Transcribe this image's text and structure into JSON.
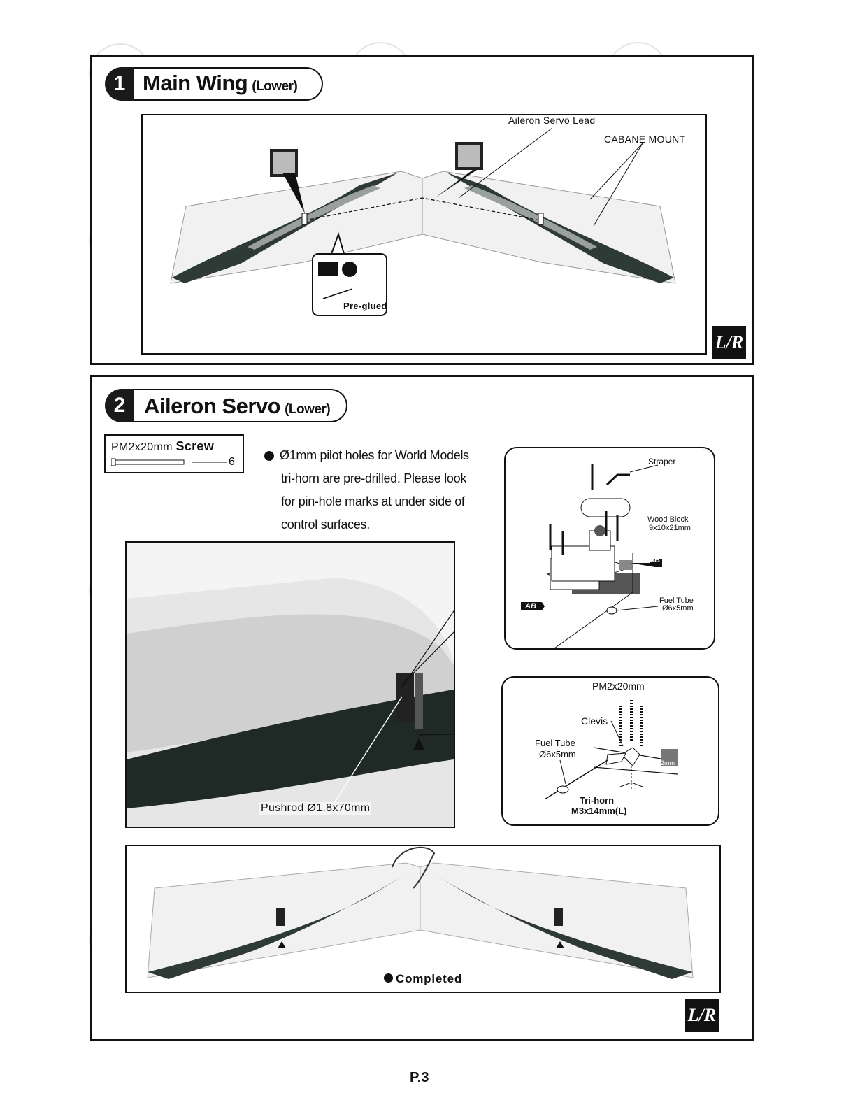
{
  "section1": {
    "step_number": "1",
    "title": "Main Wing",
    "subtitle": "(Lower)",
    "labels": {
      "aileron_servo_lead": "Aileron Servo Lead",
      "cabane_mount": "CABANE MOUNT",
      "pre_glued": "Pre-glued"
    },
    "badge": "L/R"
  },
  "section2": {
    "step_number": "2",
    "title": "Aileron Servo",
    "subtitle": "(Lower)",
    "screw_spec": "PM2x20mm",
    "screw_word": "Screw",
    "screw_qty": "6",
    "note_lines": [
      "Ø1mm pilot holes for  World Models",
      "tri-horn are pre-drilled.  Please look",
      "for pin-hole marks at  under side of",
      "control surfaces."
    ],
    "labels": {
      "straper": "Straper",
      "wood_block": "Wood Block",
      "wood_block_size": "9x10x21mm",
      "fuel_tube_top": "Fuel Tube",
      "fuel_tube_top_size": "Ø6x5mm",
      "pm2x20": "PM2x20mm",
      "clevis": "Clevis",
      "fuel_tube": "Fuel  Tube",
      "fuel_tube_size": "Ø6x5mm",
      "tri_horn": "Tri-horn",
      "tri_horn_size": "M3x14mm(L)",
      "two_mm": "2mm",
      "pushrod": "Pushrod Ø1.8x70mm",
      "completed": "Completed",
      "ab": "AB"
    },
    "badge": "L/R"
  },
  "page_number": "P.3"
}
